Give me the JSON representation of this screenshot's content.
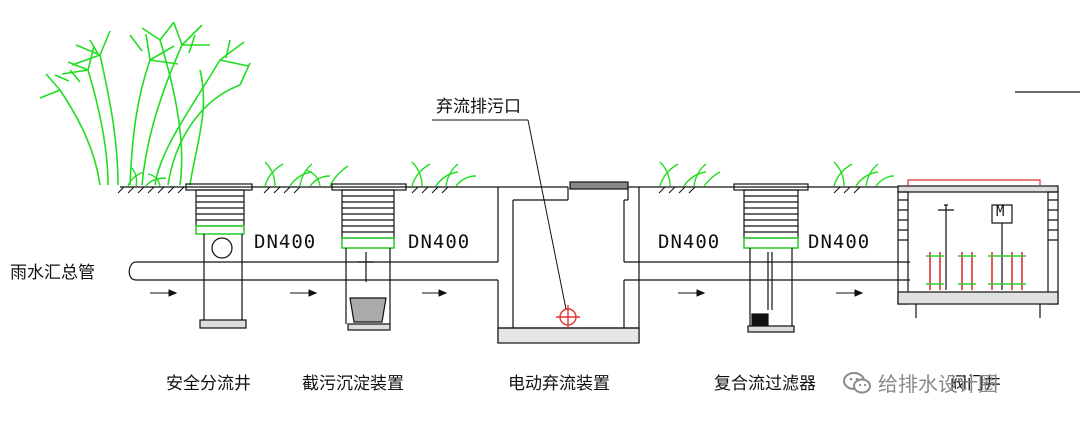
{
  "labels": {
    "main_pipe": "雨水汇总管",
    "discharge_outlet": "弃流排污口",
    "pipe_size_1": "DN400",
    "pipe_size_2": "DN400",
    "pipe_size_3": "DN400",
    "pipe_size_4": "DN400",
    "valve_motor": "M"
  },
  "captions": {
    "safety_well": "安全分流井",
    "sediment_device": "截污沉淀装置",
    "electric_diversion": "电动弃流装置",
    "composite_filter": "复合流过滤器",
    "valve_well": "阀门井"
  },
  "watermark": {
    "text": "给排水设计圈",
    "icon": "wechat-icon"
  },
  "colors": {
    "line": "#111111",
    "plant": "#22dd22",
    "fitting_green": "#33cc33",
    "fitting_red": "#dd3333",
    "watermark": "#8a8a8a"
  }
}
